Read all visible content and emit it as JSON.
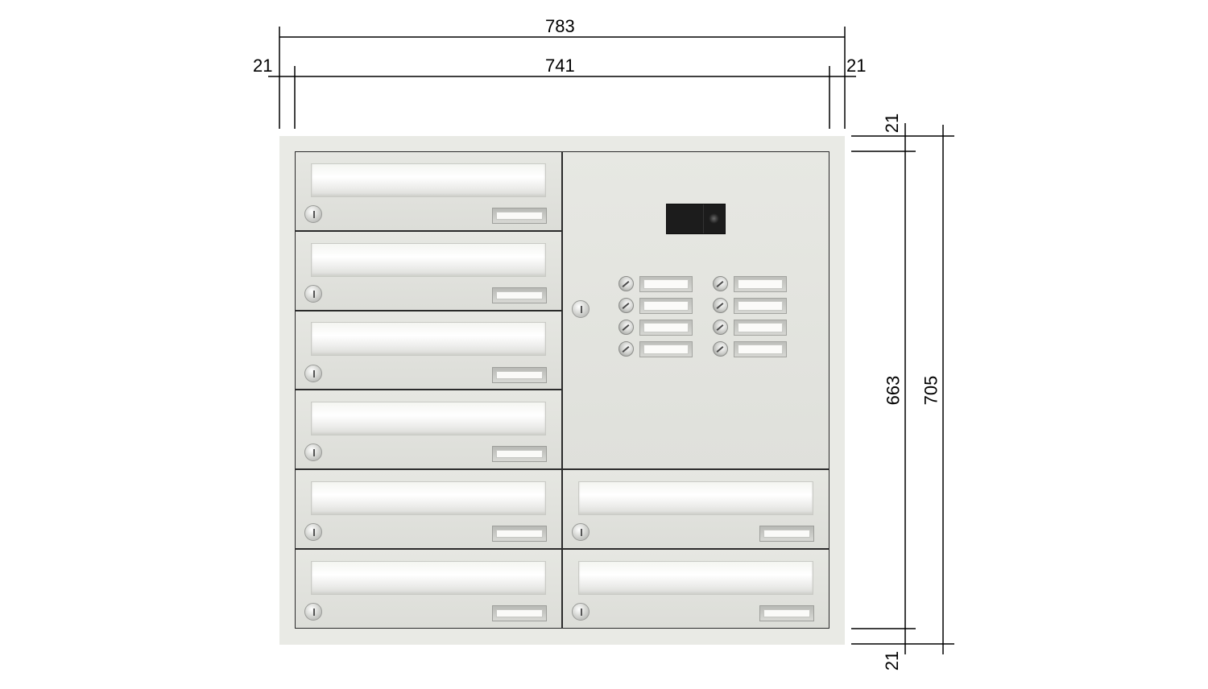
{
  "dimensions": {
    "overall_width": "783",
    "inner_width": "741",
    "left_frame": "21",
    "right_frame": "21",
    "top_frame": "21",
    "inner_height": "663",
    "overall_height": "705",
    "bottom_frame": "21"
  },
  "colors": {
    "line": "#000000",
    "frame": "#e9eae5",
    "camera": "#1c1c1c"
  },
  "units": {
    "letterboxes": 8,
    "doorbell_buttons": 8
  }
}
